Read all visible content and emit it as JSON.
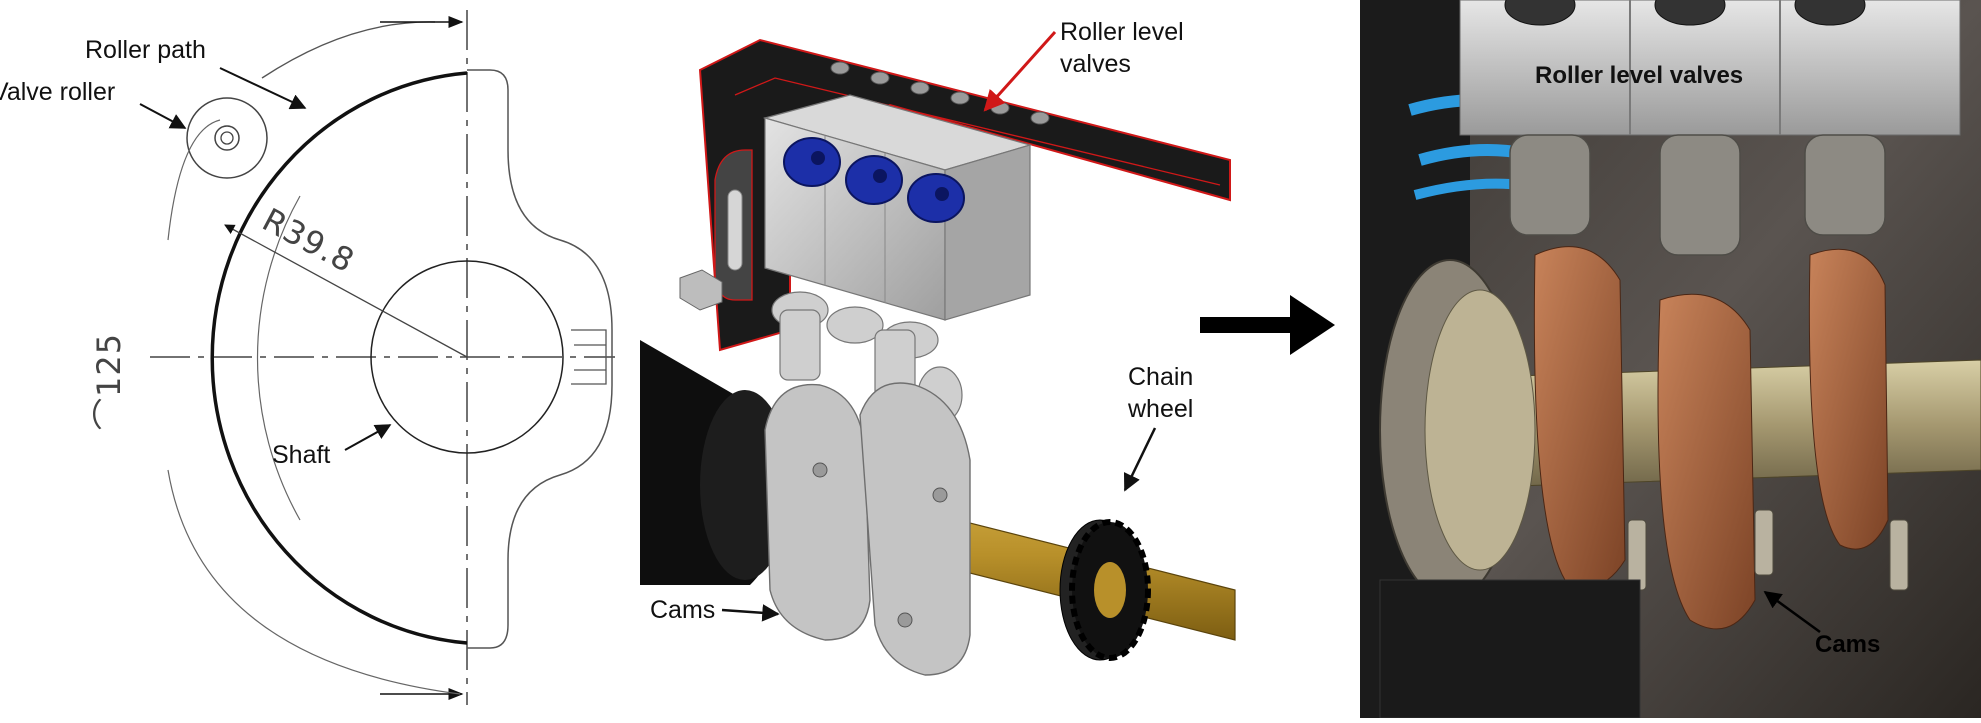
{
  "drawing": {
    "labels": {
      "roller_path": "Roller path",
      "valve_roller": "Valve roller",
      "shaft": "Shaft",
      "radius": "R39.8",
      "diameter": "⌒125"
    }
  },
  "cad": {
    "labels": {
      "roller_level_valves_1": "Roller level",
      "roller_level_valves_2": "valves",
      "chain_wheel_1": "Chain",
      "chain_wheel_2": "wheel",
      "cams": "Cams"
    },
    "colors": {
      "valve_caps": "#1c2fa8",
      "shaft": "#b8902a",
      "bracket": "#1a1a1a",
      "bracket_outline": "#d01818",
      "body": "#c9c9c9"
    }
  },
  "photo": {
    "labels": {
      "roller_level_valves": "Roller level valves",
      "cams": "Cams"
    }
  },
  "arrow": {
    "icon": "right-arrow-icon"
  }
}
